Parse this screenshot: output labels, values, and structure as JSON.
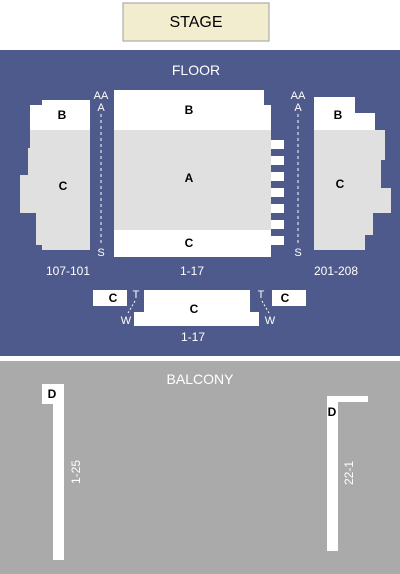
{
  "stage": {
    "label": "STAGE"
  },
  "floor": {
    "label": "FLOOR",
    "left_section": {
      "row_b": "B",
      "row_c": "C",
      "row_top_aa": "AA",
      "row_top_a": "A",
      "row_bottom": "S",
      "seats": "107-101"
    },
    "center_section": {
      "row_b": "B",
      "row_a": "A",
      "row_c": "C",
      "seats": "1-17"
    },
    "right_section": {
      "row_b": "B",
      "row_c": "C",
      "row_top_aa": "AA",
      "row_top_a": "A",
      "row_bottom": "S",
      "seats": "201-208"
    },
    "rear": {
      "left_box": "C",
      "right_box": "C",
      "center_block": "C",
      "left_row_top": "T",
      "left_row_bottom": "W",
      "right_row_top": "T",
      "right_row_bottom": "W",
      "seats": "1-17"
    }
  },
  "balcony": {
    "label": "BALCONY",
    "left": {
      "row": "D",
      "seats": "1-25"
    },
    "right": {
      "row": "D",
      "seats": "22-1"
    }
  },
  "colors": {
    "floor_bg": "#4f5a8c",
    "balcony_bg": "#aaaaaa",
    "stage_bg": "#f3edcf",
    "section_a": "#e0e0e0",
    "section_white": "#ffffff"
  }
}
